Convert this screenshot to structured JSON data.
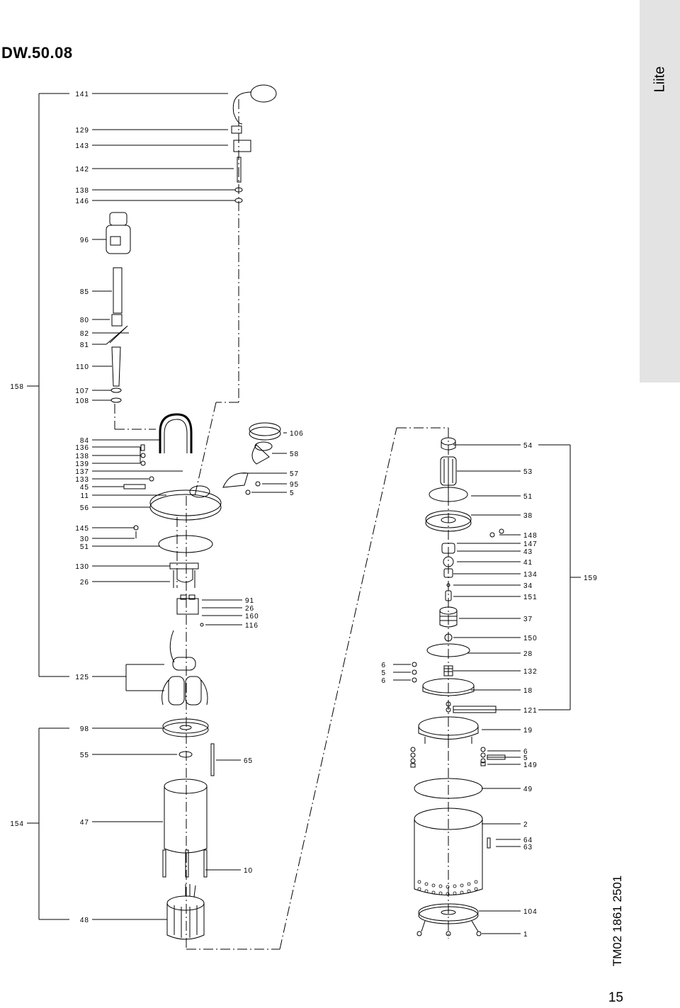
{
  "document": {
    "title": "DW.50.08",
    "side_tab": "Liite",
    "code": "TM02 1861 2501",
    "page_number": "15"
  },
  "callouts": {
    "left_column": [
      "141",
      "129",
      "143",
      "142",
      "138",
      "146",
      "96",
      "85",
      "80",
      "82",
      "81",
      "110",
      "107",
      "108",
      "84",
      "136",
      "138",
      "139",
      "137",
      "133",
      "45",
      "11",
      "56",
      "145",
      "30",
      "51",
      "130",
      "26",
      "125",
      "98",
      "55",
      "47",
      "48"
    ],
    "left_groups": [
      "158",
      "154"
    ],
    "center": [
      "106",
      "58",
      "57",
      "95",
      "5",
      "91",
      "26",
      "160",
      "116",
      "65",
      "10"
    ],
    "right_column": [
      "54",
      "53",
      "51",
      "38",
      "148",
      "147",
      "43",
      "41",
      "134",
      "34",
      "151",
      "37",
      "150",
      "28",
      "132",
      "18",
      "121",
      "19",
      "6",
      "5",
      "149",
      "49",
      "2",
      "64",
      "63",
      "104",
      "1"
    ],
    "right_left": [
      "6",
      "5",
      "6"
    ],
    "right_group": "159"
  }
}
